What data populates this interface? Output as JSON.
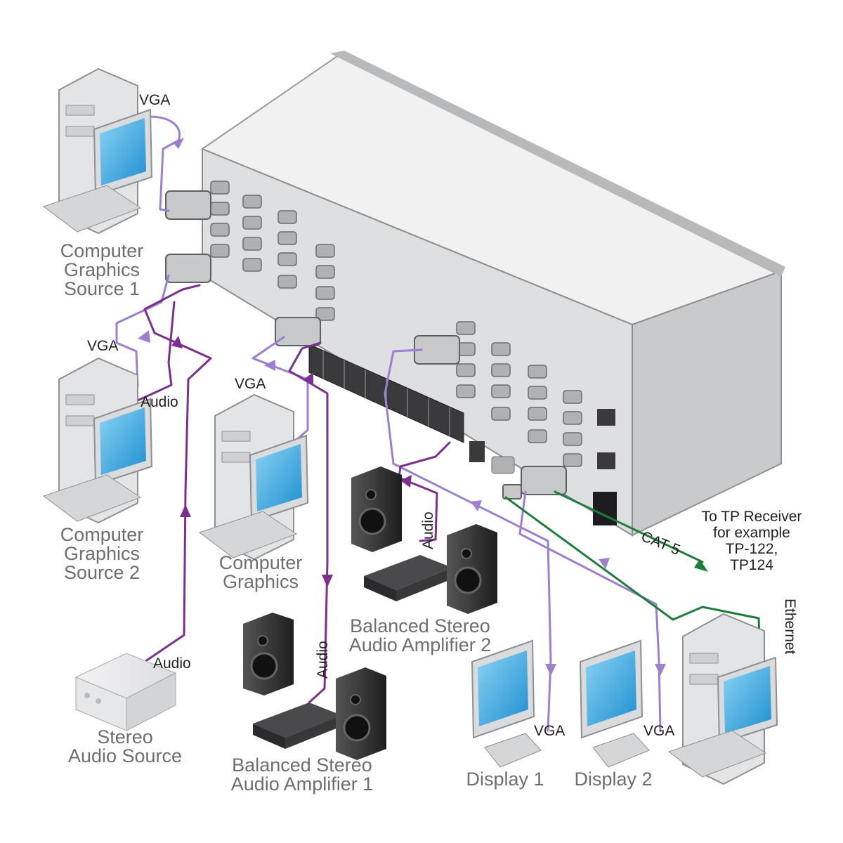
{
  "labels": {
    "source1": [
      "Computer",
      "Graphics",
      "Source 1"
    ],
    "source2": [
      "Computer",
      "Graphics",
      "Source 2"
    ],
    "computer_graphics": [
      "Computer",
      "Graphics"
    ],
    "stereo_source": [
      "Stereo",
      "Audio Source"
    ],
    "amp1": [
      "Balanced Stereo",
      "Audio Amplifier 1"
    ],
    "amp2": [
      "Balanced Stereo",
      "Audio Amplifier 2"
    ],
    "display1": "Display 1",
    "display2": "Display 2"
  },
  "cables": {
    "vga": "VGA",
    "audio": "Audio",
    "cat5": "CAT 5",
    "ethernet": "Ethernet"
  },
  "tp_note": [
    "To TP Receiver",
    "for example",
    "TP-122,",
    "TP124"
  ],
  "colors": {
    "vga_cable": "#9b7fd0",
    "audio_cable": "#7b2f8f",
    "cat5_cable": "#1e7d3a",
    "device_body": "#e4e5e7",
    "screen": "#3aa8e0",
    "speaker": "#2b2b2b",
    "label_gray": "#6d6e71"
  }
}
